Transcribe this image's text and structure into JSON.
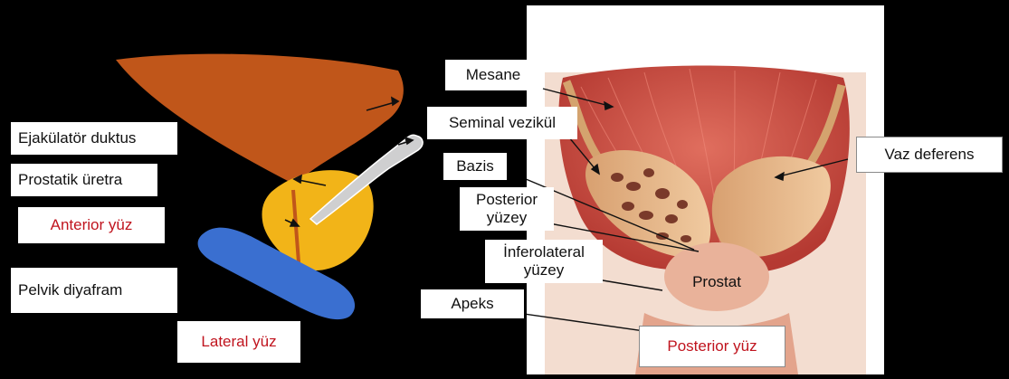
{
  "left_labels": {
    "ejakulator": "Ejakülatör duktus",
    "prostatik": "Prostatik üretra",
    "anterior": "Anterior yüz",
    "pelvik": "Pelvik diyafram",
    "lateral": "Lateral yüz"
  },
  "right_labels": {
    "mesane": "Mesane",
    "seminal": "Seminal vezikül",
    "bazis": "Bazis",
    "posterior_yuzey": "Posterior yüzey",
    "inferolateral": "İnferolateral yüzey",
    "apeks": "Apeks",
    "prostat": "Prostat",
    "vaz": "Vaz deferens",
    "posterior_yuz": "Posterior yüz"
  },
  "colors": {
    "bladder_brown": "#c0561a",
    "prostate_yellow": "#f2b418",
    "diaphragm_blue": "#3a6fd0",
    "label_red": "#c0141e",
    "muscle_red": "#d65a50",
    "seminal_tan": "#e6b98a"
  }
}
